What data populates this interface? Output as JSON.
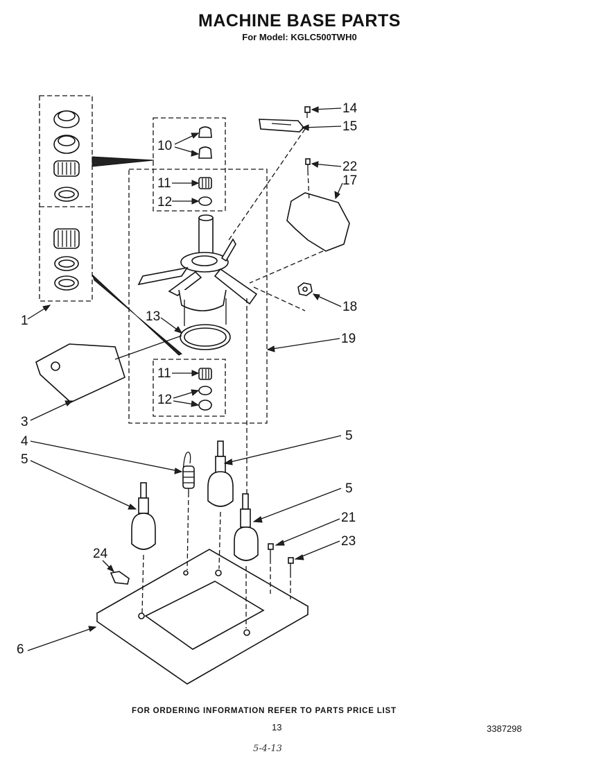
{
  "title": "MACHINE BASE PARTS",
  "subtitle": "For Model: KGLC500TWH0",
  "callouts": {
    "c1": "1",
    "c3": "3",
    "c4": "4",
    "c5a": "5",
    "c5b": "5",
    "c5c": "5",
    "c6": "6",
    "c10": "10",
    "c11a": "11",
    "c11b": "11",
    "c12a": "12",
    "c12b": "12",
    "c13": "13",
    "c14": "14",
    "c15": "15",
    "c17": "17",
    "c18": "18",
    "c19": "19",
    "c21": "21",
    "c22": "22",
    "c23": "23",
    "c24": "24"
  },
  "footer": {
    "note": "FOR ORDERING INFORMATION REFER TO PARTS PRICE LIST",
    "page_number": "13",
    "doc_number": "3387298",
    "handwritten": "5-4-13"
  }
}
